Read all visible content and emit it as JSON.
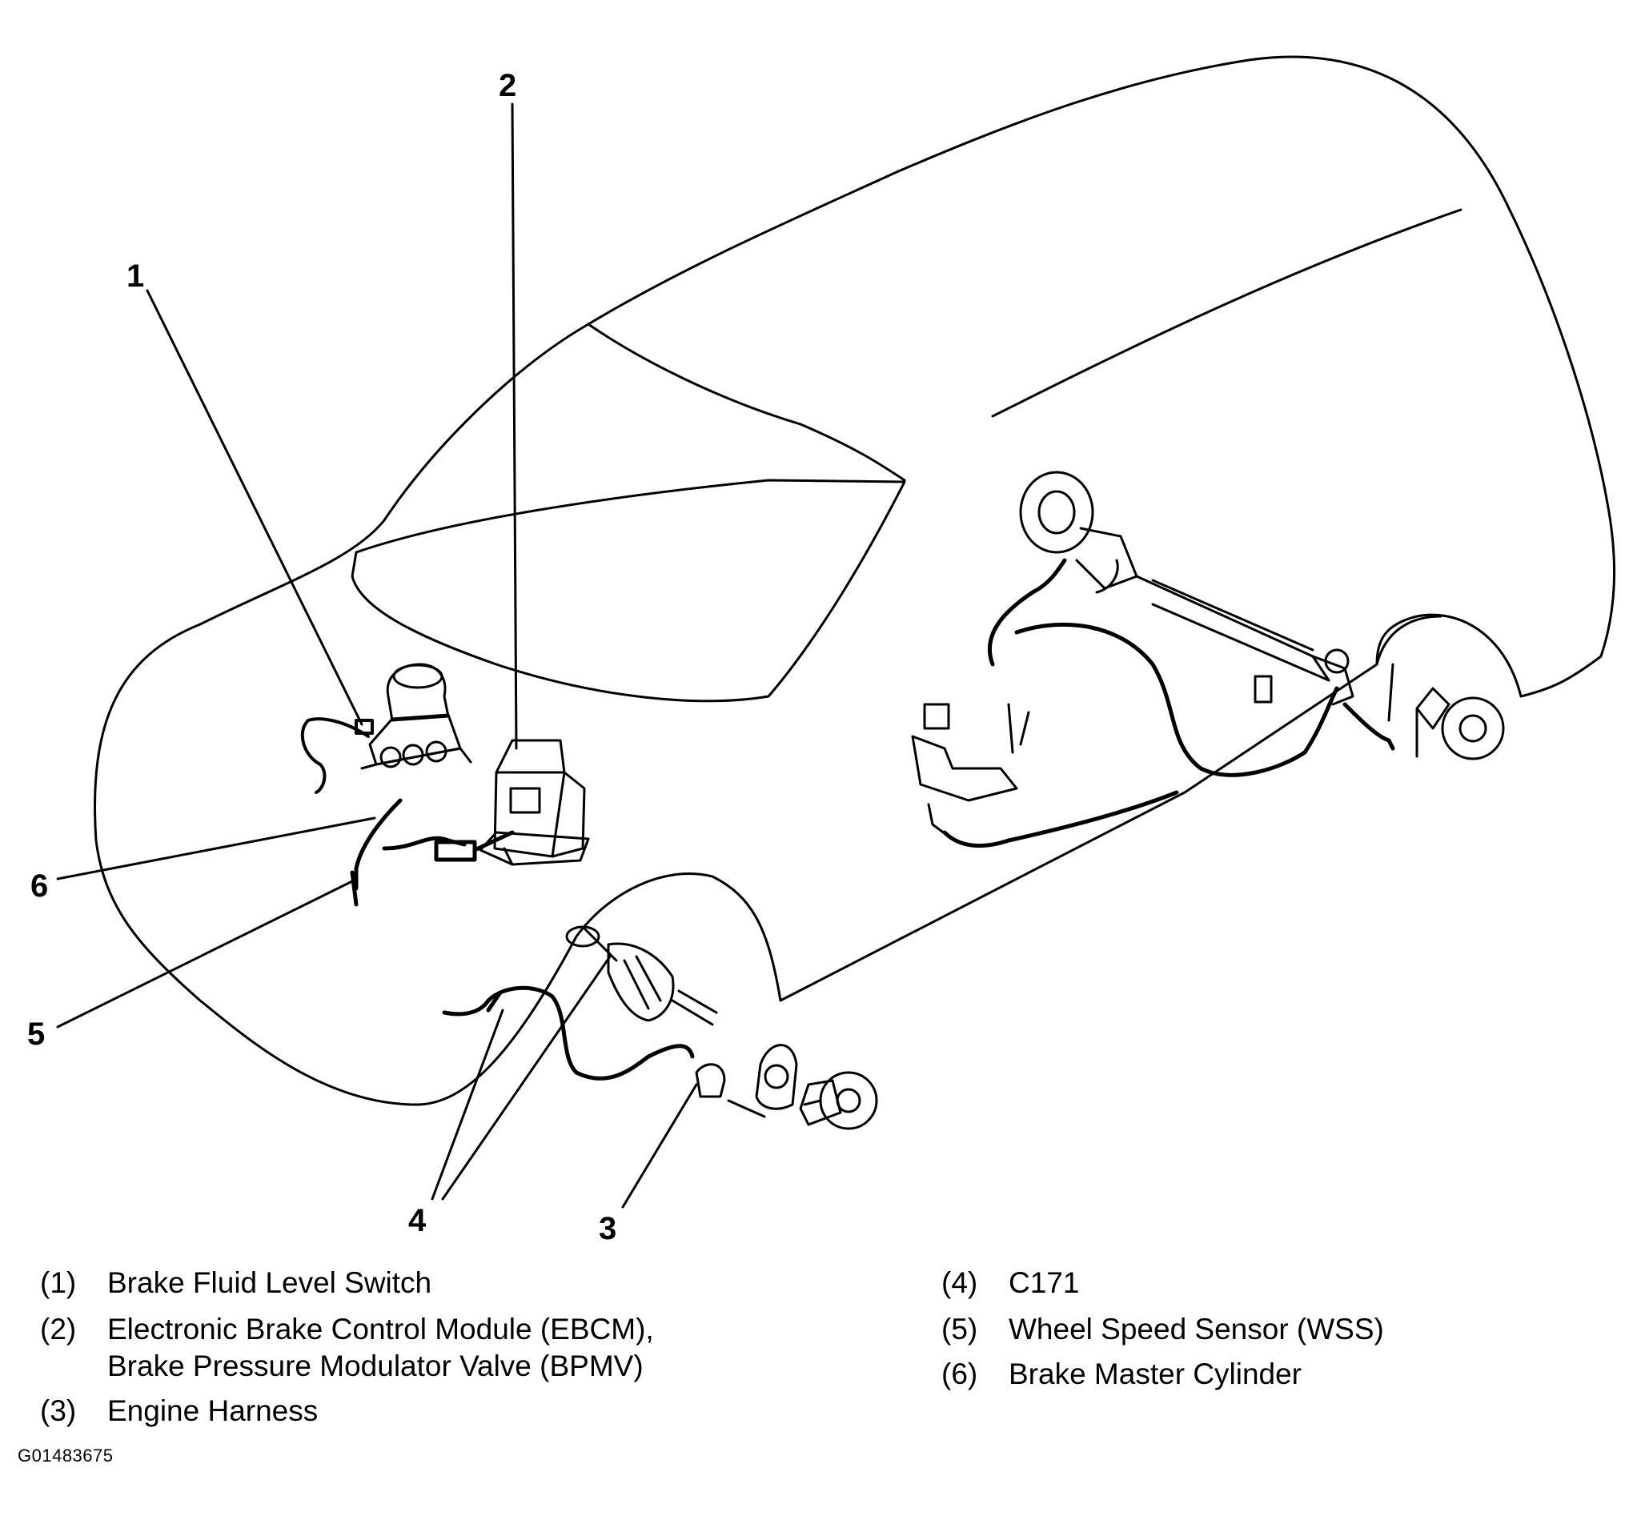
{
  "callouts": [
    "1",
    "2",
    "3",
    "4",
    "5",
    "6"
  ],
  "legend": [
    {
      "num": "(1)",
      "text": "Brake Fluid Level Switch"
    },
    {
      "num": "(2)",
      "text": "Electronic Brake Control Module (EBCM),",
      "text2": "Brake Pressure Modulator Valve (BPMV)"
    },
    {
      "num": "(3)",
      "text": "Engine Harness"
    },
    {
      "num": "(4)",
      "text": "C171"
    },
    {
      "num": "(5)",
      "text": "Wheel Speed Sensor (WSS)"
    },
    {
      "num": "(6)",
      "text": "Brake Master Cylinder"
    }
  ],
  "figure_id": "G01483675"
}
